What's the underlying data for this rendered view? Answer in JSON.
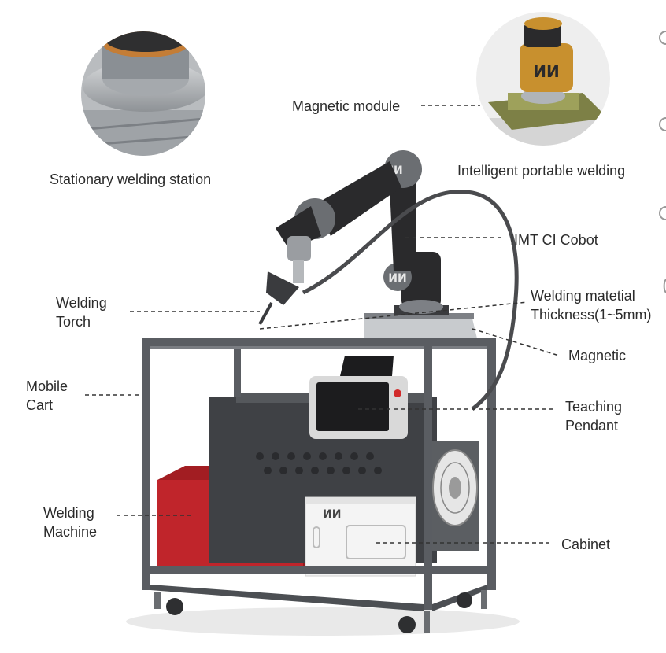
{
  "labels": {
    "stationary_station": "Stationary welding station",
    "magnetic_module": "Magnetic module",
    "intelligent_portable": "Intelligent portable welding",
    "cobot": "IIMT CI Cobot",
    "welding_torch_1": "Welding",
    "welding_torch_2": "Torch",
    "thickness_1": "Welding matetial",
    "thickness_2": "Thickness(1~5mm)",
    "magnetic": "Magnetic",
    "mobile_cart_1": "Mobile",
    "mobile_cart_2": "Cart",
    "teaching_pendant_1": "Teaching",
    "teaching_pendant_2": "Pendant",
    "welding_machine_1": "Welding",
    "welding_machine_2": "Machine",
    "cabinet": "Cabinet"
  },
  "colors": {
    "frame": "#5a5d62",
    "welding_machine": "#c0252b",
    "cabinet": "#f4f4f4",
    "cobot_dark": "#2a2a2c",
    "module_gold": "#c8902e",
    "base_green": "#7d8046"
  }
}
